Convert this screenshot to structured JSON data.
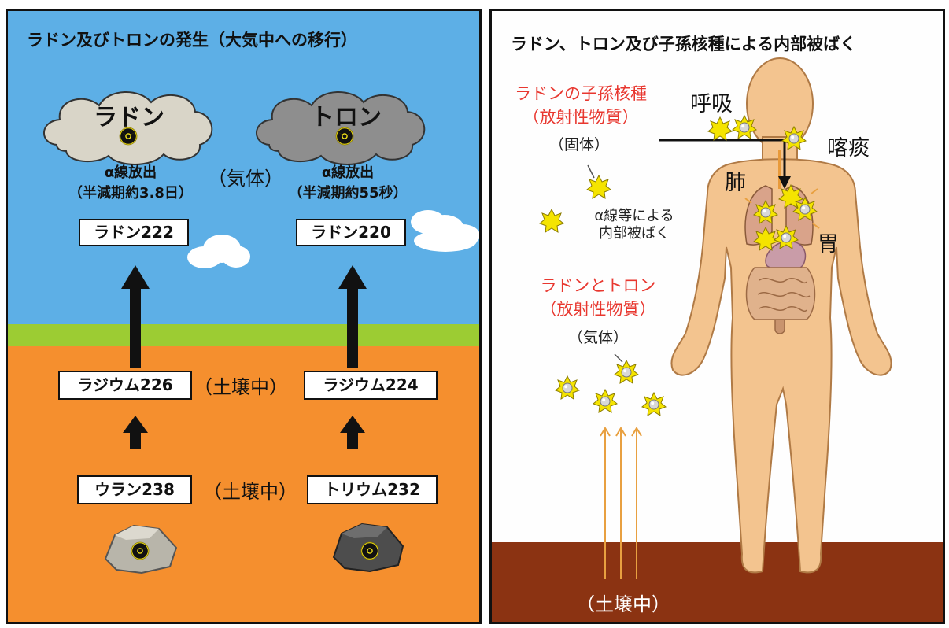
{
  "left": {
    "title": "ラドン及びトロンの発生（大気中への移行）",
    "radon_cloud": "ラドン",
    "thoron_cloud": "トロン",
    "gas_note": "（気体）",
    "radon_emission": [
      "α線放出",
      "（半減期約3.8日）"
    ],
    "thoron_emission": [
      "α線放出",
      "（半減期約55秒）"
    ],
    "radon222": "ラドン222",
    "radon220": "ラドン220",
    "radium226": "ラジウム226",
    "radium224": "ラジウム224",
    "soil_note": "（土壌中）",
    "uranium238": "ウラン238",
    "thorium232": "トリウム232",
    "colors": {
      "sky": "#5dafe6",
      "grass": "#9ccc33",
      "soil": "#f58f2e",
      "light_cloud": "#d9d5c8",
      "dark_cloud": "#8e8e8e"
    }
  },
  "right": {
    "title": "ラドン、トロン及び子孫核種による内部被ばく",
    "progeny_title": [
      "ラドンの子孫核種",
      "（放射性物質）"
    ],
    "solid_note": "（固体）",
    "internal_exposure": [
      "α線等による",
      "内部被ばく"
    ],
    "gas_title": [
      "ラドンとトロン",
      "（放射性物質）"
    ],
    "gas_note": "（気体）",
    "soil_note": "（土壌中）",
    "respiration": "呼吸",
    "sputum": "喀痰",
    "lung": "肺",
    "stomach": "胃",
    "colors": {
      "accent_red": "#e8372f",
      "skin": "#f3c48f",
      "ground": "#8b3312",
      "star": "#f5e400"
    }
  }
}
